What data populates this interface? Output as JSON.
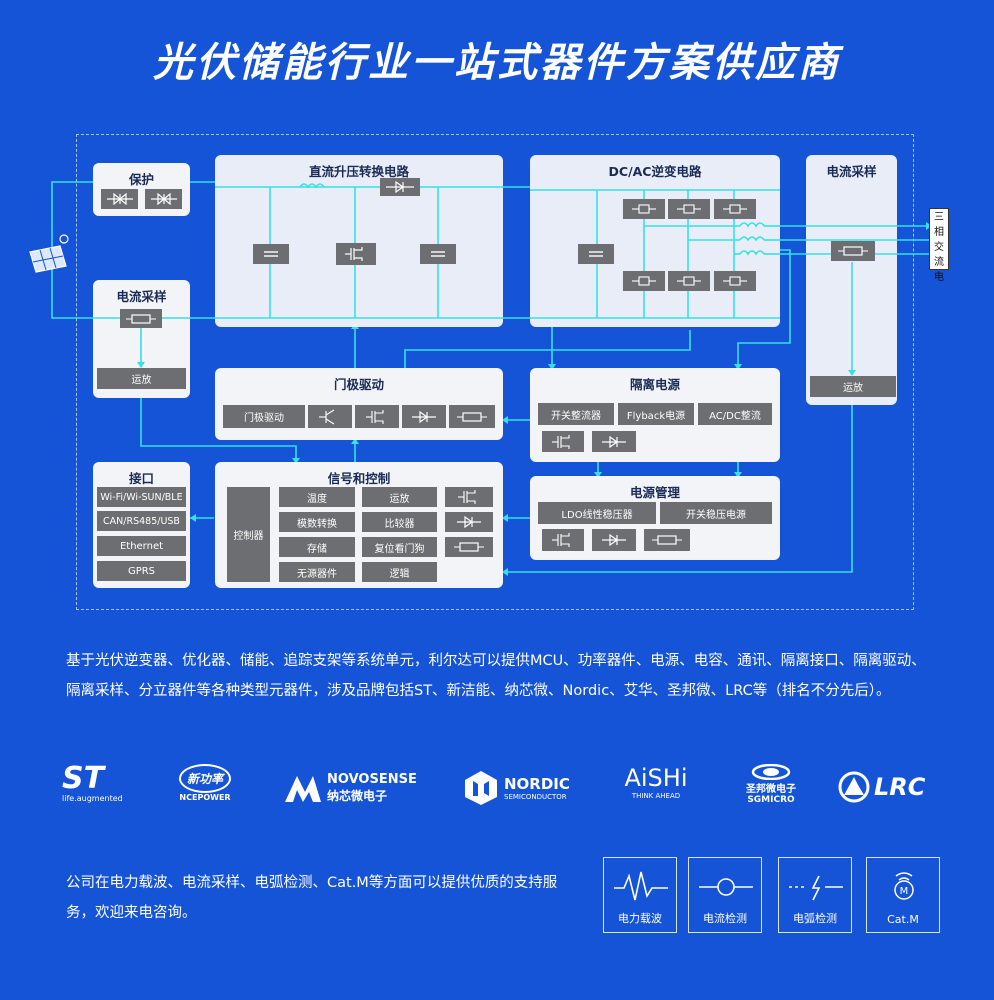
{
  "title": "光伏储能行业一站式器件方案供应商",
  "diagram": {
    "protection": {
      "title": "保护"
    },
    "dcdc": {
      "title": "直流升压转换电路"
    },
    "dcac": {
      "title": "DC/AC逆变电路"
    },
    "current_right": {
      "title": "电流采样",
      "amp": "运放"
    },
    "current_left": {
      "title": "电流采样",
      "amp": "运放"
    },
    "ac_output": "三相交流电",
    "gate_driver": {
      "title": "门极驱动",
      "chip": "门极驱动"
    },
    "isolated_power": {
      "title": "隔离电源",
      "chips": [
        "开关整流器",
        "Flyback电源",
        "AC/DC整流"
      ]
    },
    "power_mgmt": {
      "title": "电源管理",
      "chips": [
        "LDO线性稳压器",
        "开关稳压电源"
      ]
    },
    "interface": {
      "title": "接口",
      "items": [
        "Wi-Fi/Wi-SUN/BLE",
        "CAN/RS485/USB",
        "Ethernet",
        "GPRS"
      ]
    },
    "signal_control": {
      "title": "信号和控制",
      "controller": "控制器",
      "col1": [
        "温度",
        "模数转换",
        "存储",
        "无源器件"
      ],
      "col2": [
        "运放",
        "比较器",
        "复位看门狗",
        "逻辑"
      ]
    }
  },
  "paragraph": "基于光伏逆变器、优化器、储能、追踪支架等系统单元，利尔达可以提供MCU、功率器件、电源、电容、通讯、隔离接口、隔离驱动、隔离采样、分立器件等各种类型元器件，涉及品牌包括ST、新洁能、纳芯微、Nordic、艾华、圣邦微、LRC等（排名不分先后）。",
  "brands": {
    "st": {
      "mark": "ST",
      "tagline": "life.augmented"
    },
    "ncepower": {
      "cn": "新功率",
      "en": "NCEPOWER"
    },
    "novosense": {
      "en": "NOVOSENSE",
      "cn": "纳芯微电子"
    },
    "nordic": {
      "en": "NORDIC",
      "sub": "SEMICONDUCTOR"
    },
    "aishi": {
      "en": "AiSHi",
      "sub": "THINK AHEAD"
    },
    "sgmicro": {
      "cn": "圣邦微电子",
      "en": "SGMICRO"
    },
    "lrc": {
      "en": "LRC"
    }
  },
  "note": "公司在电力载波、电流采样、电弧检测、Cat.M等方面可以提供优质的支持服务，欢迎来电咨询。",
  "services": [
    {
      "label": "电力载波",
      "icon": "waveform-icon"
    },
    {
      "label": "电流检测",
      "icon": "current-sensor-icon"
    },
    {
      "label": "电弧检测",
      "icon": "arc-detection-icon"
    },
    {
      "label": "Cat.M",
      "icon": "cat-m-icon"
    }
  ]
}
